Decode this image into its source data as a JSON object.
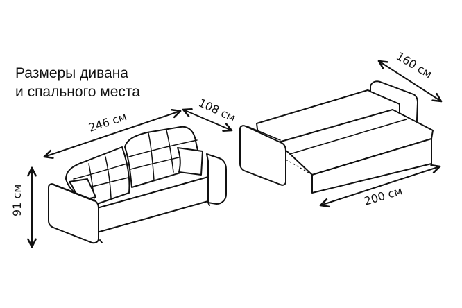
{
  "title": {
    "line1": "Размеры дивана",
    "line2": "и спального места"
  },
  "dimensions": {
    "sofa_length": "246 см",
    "sofa_depth": "108 см",
    "sofa_height": "91 см",
    "bed_width": "160 см",
    "bed_length": "200 см"
  },
  "colors": {
    "line": "#111111",
    "background": "#ffffff"
  }
}
